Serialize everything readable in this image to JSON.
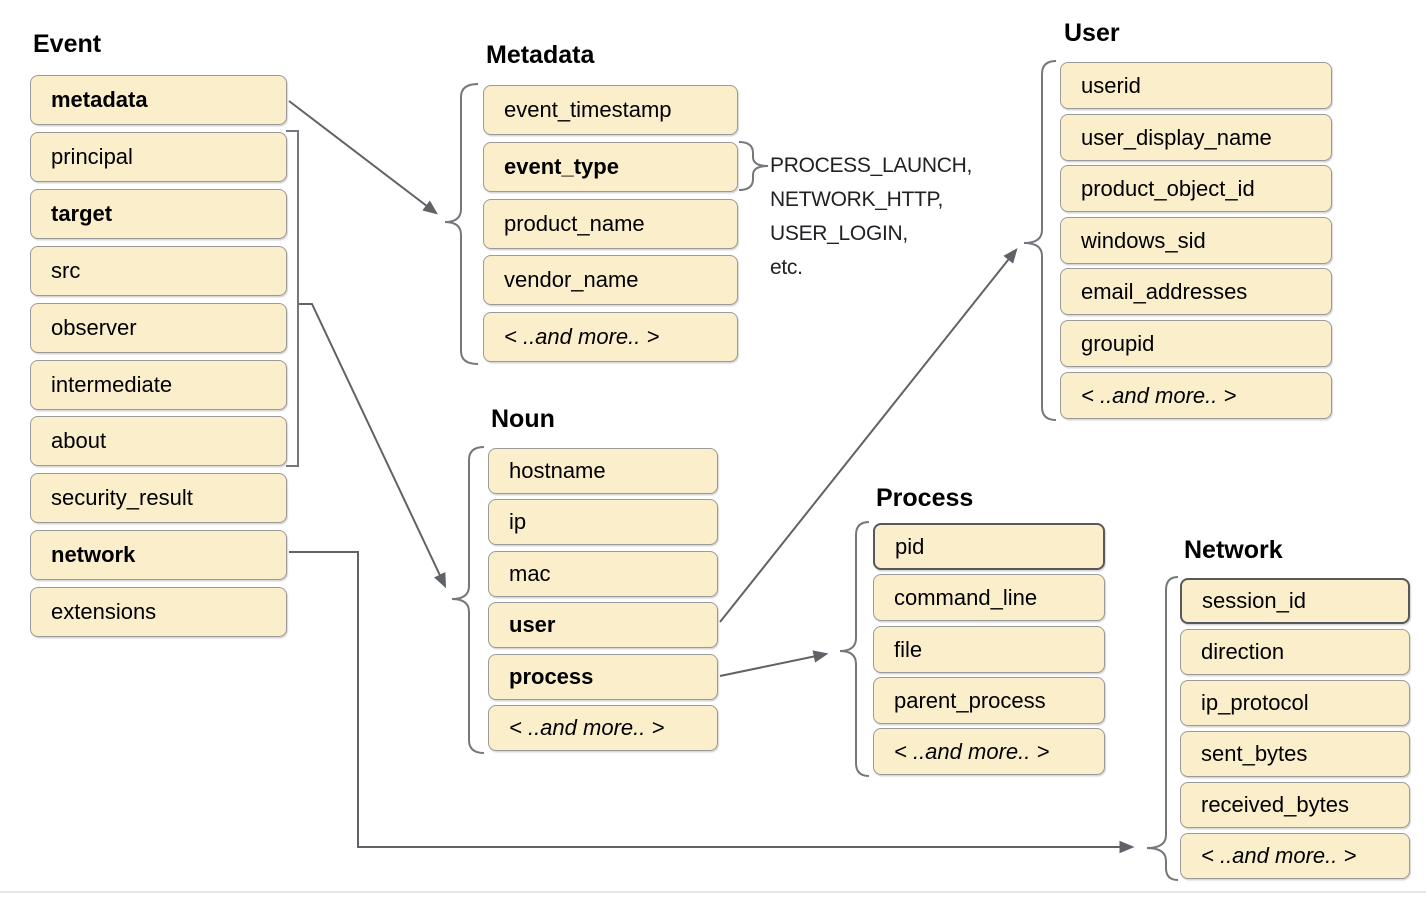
{
  "groups": {
    "event": {
      "title": "Event",
      "items": [
        {
          "label": "metadata",
          "bold": true
        },
        {
          "label": "principal"
        },
        {
          "label": "target",
          "bold": true
        },
        {
          "label": "src"
        },
        {
          "label": "observer"
        },
        {
          "label": "intermediate"
        },
        {
          "label": "about"
        },
        {
          "label": "security_result"
        },
        {
          "label": "network",
          "bold": true
        },
        {
          "label": "extensions"
        }
      ]
    },
    "metadata": {
      "title": "Metadata",
      "items": [
        {
          "label": "event_timestamp"
        },
        {
          "label": "event_type",
          "bold": true
        },
        {
          "label": "product_name"
        },
        {
          "label": "vendor_name"
        },
        {
          "label": "< ..and more.. >",
          "italic": true
        }
      ]
    },
    "noun": {
      "title": "Noun",
      "items": [
        {
          "label": "hostname"
        },
        {
          "label": "ip"
        },
        {
          "label": "mac"
        },
        {
          "label": "user",
          "bold": true
        },
        {
          "label": "process",
          "bold": true
        },
        {
          "label": "< ..and more.. >",
          "italic": true
        }
      ]
    },
    "user": {
      "title": "User",
      "items": [
        {
          "label": "userid"
        },
        {
          "label": "user_display_name"
        },
        {
          "label": "product_object_id"
        },
        {
          "label": "windows_sid"
        },
        {
          "label": "email_addresses"
        },
        {
          "label": "groupid"
        },
        {
          "label": "< ..and more.. >",
          "italic": true
        }
      ]
    },
    "process": {
      "title": "Process",
      "items": [
        {
          "label": "pid",
          "dark": true
        },
        {
          "label": "command_line"
        },
        {
          "label": "file"
        },
        {
          "label": "parent_process"
        },
        {
          "label": "< ..and more.. >",
          "italic": true
        }
      ]
    },
    "network": {
      "title": "Network",
      "items": [
        {
          "label": "session_id",
          "dark": true
        },
        {
          "label": "direction"
        },
        {
          "label": "ip_protocol"
        },
        {
          "label": "sent_bytes"
        },
        {
          "label": "received_bytes"
        },
        {
          "label": "< ..and more.. >",
          "italic": true
        }
      ]
    }
  },
  "event_type_examples": {
    "lines": [
      "PROCESS_LAUNCH,",
      "NETWORK_HTTP,",
      "USER_LOGIN,",
      "etc."
    ]
  },
  "connections": [
    {
      "from": "event.metadata",
      "to": "metadata-group"
    },
    {
      "from": "event.principal-target-src-observer-intermediate-about",
      "to": "noun-group"
    },
    {
      "from": "noun.user",
      "to": "user-group"
    },
    {
      "from": "noun.process",
      "to": "process-group"
    },
    {
      "from": "event.network",
      "to": "network-group"
    }
  ],
  "colors": {
    "box_fill": "#FBEECB",
    "box_border": "#9A9A9A",
    "box_border_dark": "#55585C",
    "connector": "#5F6368",
    "text": "#000000"
  }
}
